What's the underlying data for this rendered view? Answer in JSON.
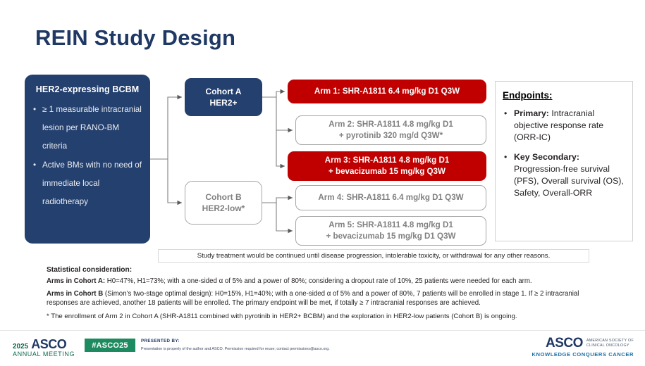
{
  "slide": {
    "title": "REIN Study Design"
  },
  "population": {
    "heading": "HER2-expressing BCBM",
    "criteria": [
      "≥ 1 measurable intracranial lesion per RANO-BM criteria",
      "Active BMs with no need of immediate local radiotherapy"
    ]
  },
  "cohorts": [
    {
      "name": "Cohort A",
      "subtitle": "HER2+"
    },
    {
      "name": "Cohort B",
      "subtitle": "HER2-low*"
    }
  ],
  "arms": [
    {
      "id": "arm-1",
      "line1": "Arm 1: SHR-A1811 6.4 mg/kg D1 Q3W",
      "line2": "",
      "highlight": true
    },
    {
      "id": "arm-2",
      "line1": "Arm 2: SHR-A1811 4.8 mg/kg D1",
      "line2": "+ pyrotinib 320 mg/d Q3W*",
      "highlight": false
    },
    {
      "id": "arm-3",
      "line1": "Arm 3: SHR-A1811 4.8 mg/kg D1",
      "line2": "+ bevacizumab 15 mg/kg Q3W",
      "highlight": true
    },
    {
      "id": "arm-4",
      "line1": "Arm 4: SHR-A1811 6.4 mg/kg D1 Q3W",
      "line2": "",
      "highlight": false
    },
    {
      "id": "arm-5",
      "line1": "Arm 5: SHR-A1811 4.8 mg/kg D1",
      "line2": "+ bevacizumab 15 mg/kg D1 Q3W",
      "highlight": false
    }
  ],
  "endpoints": {
    "title": "Endpoints:",
    "items": [
      {
        "label": "Primary:",
        "text": " Intracranial objective response rate (ORR-IC)"
      },
      {
        "label": "Key Secondary:",
        "text": " Progression-free survival (PFS), Overall survival (OS), Safety, Overall-ORR"
      }
    ]
  },
  "banner": {
    "text": "Study treatment would be continued until disease progression, intolerable toxicity, or withdrawal for any other reasons."
  },
  "statistics": {
    "heading": "Statistical consideration:",
    "cohort_a_label": "Arms in Cohort A:",
    "cohort_a_text": " H0=47%, H1=73%; with a one-sided α of 5% and a power of 80%; considering a dropout rate of 10%, 25 patients were needed for each arm.",
    "cohort_b_label": "Arms in Cohort B",
    "cohort_b_text": " (Simon’s two-stage optimal design): H0=15%, H1=40%; with a one-sided α of 5% and a power of 80%, 7 patients will be enrolled in stage 1. If ≥ 2 intracranial responses are achieved, another 18 patients will be enrolled. The primary endpoint will be met, if totally ≥ 7 intracranial responses are achieved."
  },
  "footnote": {
    "text": "* The enrollment of Arm 2 in Cohort A (SHR-A1811 combined with pyrotinib in HER2+ BCBM) and the exploration in HER2-low patients (Cohort B) is ongoing."
  },
  "footer": {
    "year": "2025",
    "asco_word": "ASCO",
    "annual_meeting": "ANNUAL MEETING",
    "hashtag": "#ASCO25",
    "presented_by": "PRESENTED BY:",
    "permission": "Presentation is property of the author and ASCO. Permission required for reuse; contact permissions@asco.org.",
    "right_word": "ASCO",
    "right_society_line1": "AMERICAN SOCIETY OF",
    "right_society_line2": "CLINICAL ONCOLOGY",
    "right_tagline": "KNOWLEDGE CONQUERS CANCER"
  },
  "colors": {
    "navy": "#24406e",
    "red": "#c00000",
    "title_blue": "#1f3864",
    "gray_text": "#808080",
    "green": "#1e8a5f"
  }
}
